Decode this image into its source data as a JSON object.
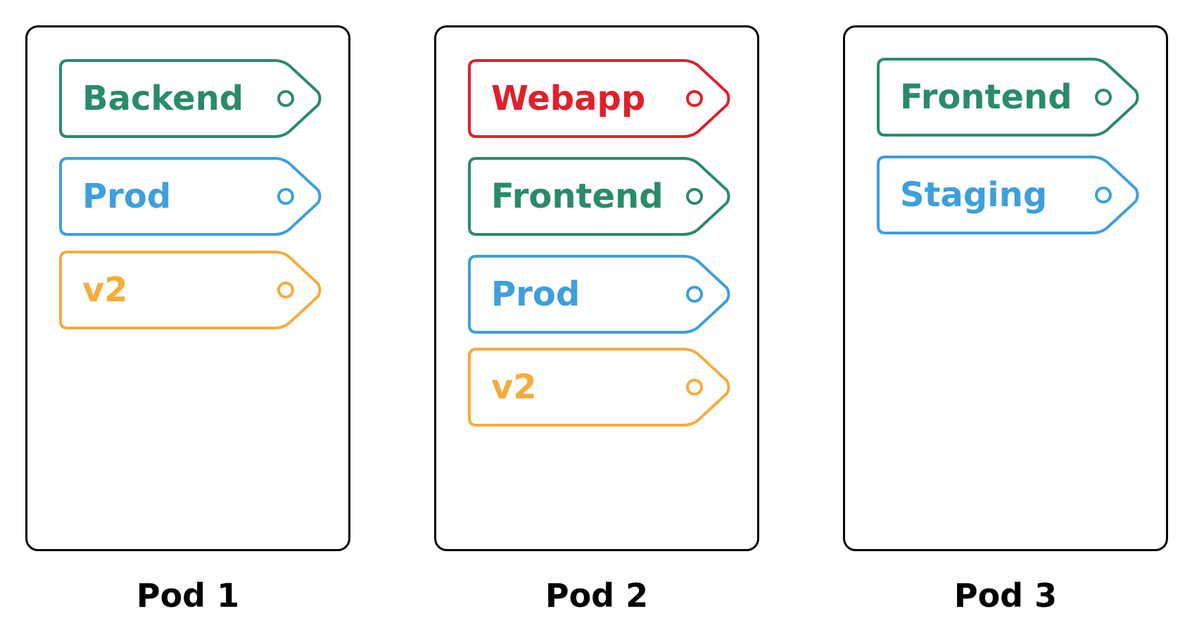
{
  "pods": [
    {
      "name": "Pod 1",
      "labels": [
        {
          "text": "Backend",
          "color": "#2a8a6c"
        },
        {
          "text": "Prod",
          "color": "#3e9fdc"
        },
        {
          "text": "v2",
          "color": "#f5ac3b"
        }
      ]
    },
    {
      "name": "Pod 2",
      "labels": [
        {
          "text": "Webapp",
          "color": "#e0202a"
        },
        {
          "text": "Frontend",
          "color": "#2a8a6c"
        },
        {
          "text": "Prod",
          "color": "#3e9fdc"
        },
        {
          "text": "v2",
          "color": "#f5ac3b"
        }
      ]
    },
    {
      "name": "Pod 3",
      "labels": [
        {
          "text": "Frontend",
          "color": "#2a8a6c"
        },
        {
          "text": "Staging",
          "color": "#3e9fdc"
        }
      ]
    }
  ],
  "icons": {
    "tag": "tag-icon",
    "tag_hole": "tag-hole-icon"
  }
}
